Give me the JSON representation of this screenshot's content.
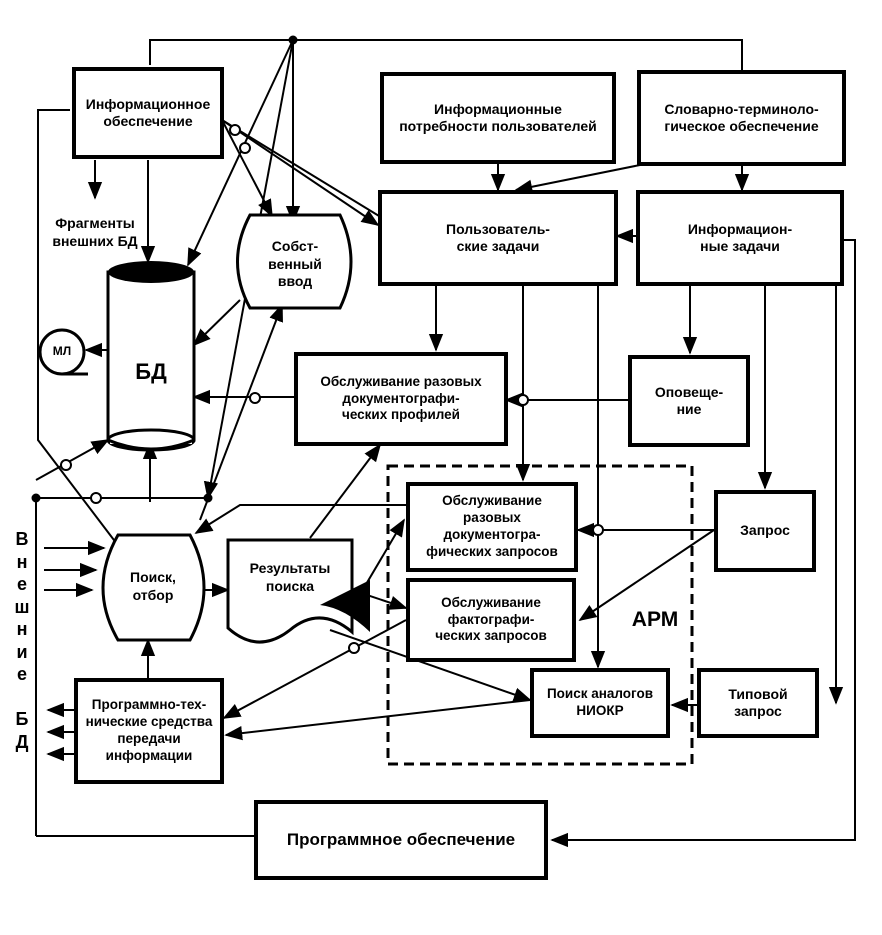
{
  "diagram": {
    "nodes": {
      "info_support": "Информационное\nобеспечение",
      "user_needs": "Информационные\nпотребности пользователей",
      "dict_support": "Словарно-терминоло-\nгическое обеспечение",
      "fragments": "Фрагменты\nвнешних БД",
      "own_input": "Собст-\nвенный\nввод",
      "user_tasks": "Пользователь-\nские задачи",
      "info_tasks": "Информацион-\nные задачи",
      "ml": "МЛ",
      "db": "БД",
      "one_time_profiles": "Обслуживание разовых\nдокументографи-\nческих профилей",
      "notification": "Оповеще-\nние",
      "search": "Поиск,\nотбор",
      "results": "Результаты\nпоиска",
      "one_time_requests": "Обслуживание\nразовых\nдокументогра-\nфических запросов",
      "factual_requests": "Обслуживание\nфактографи-\nческих запросов",
      "request": "Запрос",
      "arm": "АРМ",
      "analog_search": "Поиск аналогов\nНИОКР",
      "typical_request": "Типовой\nзапрос",
      "transfer_tools": "Программно-тех-\nнические средства\nпередачи\nинформации",
      "software": "Программное обеспечение",
      "external_db": [
        "В",
        "н",
        "е",
        "ш",
        "н",
        "и",
        "е",
        "",
        "Б",
        "Д"
      ]
    }
  }
}
